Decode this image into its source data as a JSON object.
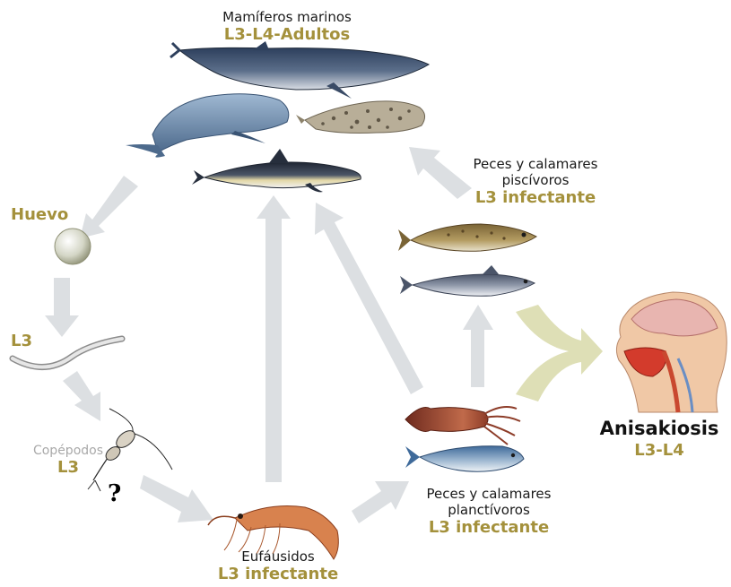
{
  "marine_mammals": {
    "name": "Mamíferos marinos",
    "stage": "L3-L4-Adultos"
  },
  "egg": {
    "stage": "Huevo"
  },
  "free_larva": {
    "stage": "L3"
  },
  "copepods": {
    "name": "Copépodos",
    "stage": "L3",
    "uncertain_mark": "?"
  },
  "euphausiids": {
    "name": "Eufáusidos",
    "stage": "L3 infectante"
  },
  "planktivorous": {
    "name_line1": "Peces y calamares",
    "name_line2": "planctívoros",
    "stage": "L3 infectante"
  },
  "piscivorous": {
    "name_line1": "Peces y calamares",
    "name_line2": "piscívoros",
    "stage": "L3 infectante"
  },
  "human": {
    "name": "Anisakiosis",
    "stage": "L3-L4"
  },
  "colors": {
    "stage_text": "#a4913c",
    "cycle_arrow": "#dcdfe2",
    "human_arrow": "#dedfb6",
    "copepod_label": "#a9a9a9"
  }
}
